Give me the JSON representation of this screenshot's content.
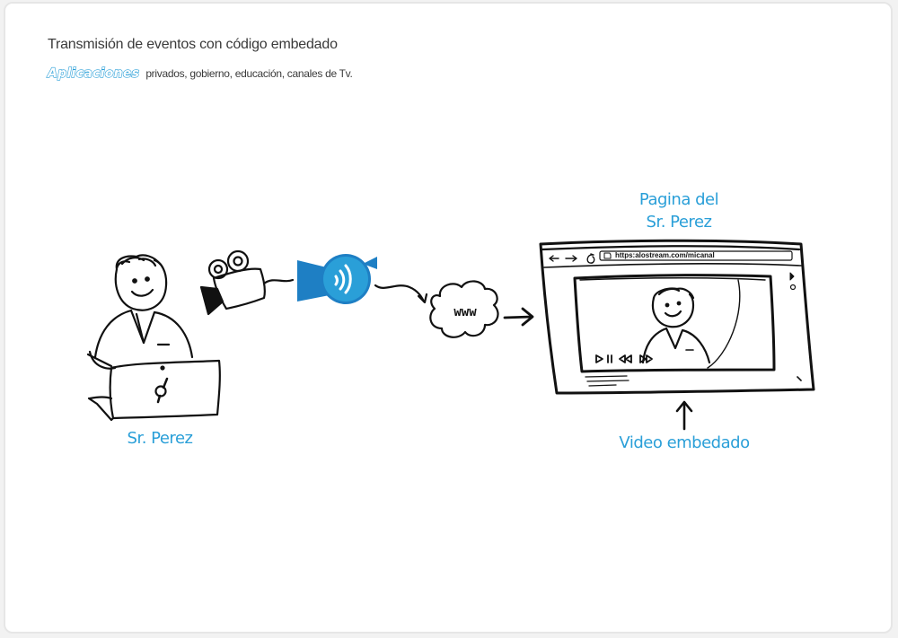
{
  "header": {
    "title": "Transmisión de eventos con código embedado",
    "tag": "Aplicaciones",
    "description": "privados, gobierno, educación, canales de Tv."
  },
  "diagram": {
    "person_label": "Sr. Perez",
    "page_label_line1": "Pagina del",
    "page_label_line2": "Sr. Perez",
    "cloud_text": "www",
    "browser_url": "https:alostream.com/micanal",
    "embed_label": "Video embedado"
  },
  "colors": {
    "accent": "#2a9fd8",
    "ink": "#111111",
    "logo_blue": "#1e7fc4"
  },
  "icons": [
    "person-icon",
    "laptop-icon",
    "video-camera-icon",
    "streaming-logo-icon",
    "cloud-icon",
    "arrow-right-icon",
    "browser-window-icon",
    "arrow-up-icon"
  ]
}
